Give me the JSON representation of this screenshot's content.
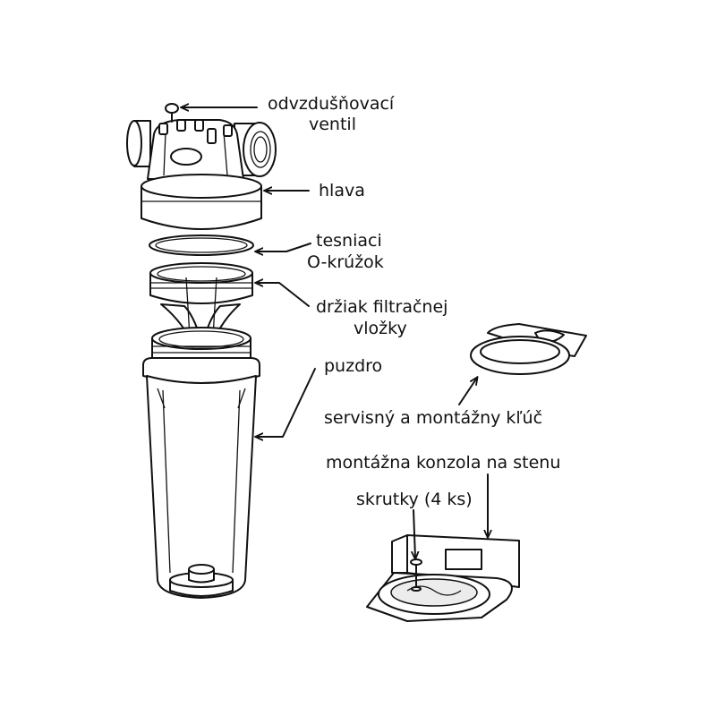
{
  "labels": {
    "vent_line1": "odvzdušňovací",
    "vent_line2": "ventil",
    "head": "hlava",
    "oring_line1": "tesniaci",
    "oring_line2": "O-krúžok",
    "holder_line1": "držiak filtračnej",
    "holder_line2": "vložky",
    "housing": "puzdro",
    "wrench": "servisný a montážny kľúč",
    "bracket": "montážna konzola na stenu",
    "screws": "skrutky (4 ks)"
  }
}
